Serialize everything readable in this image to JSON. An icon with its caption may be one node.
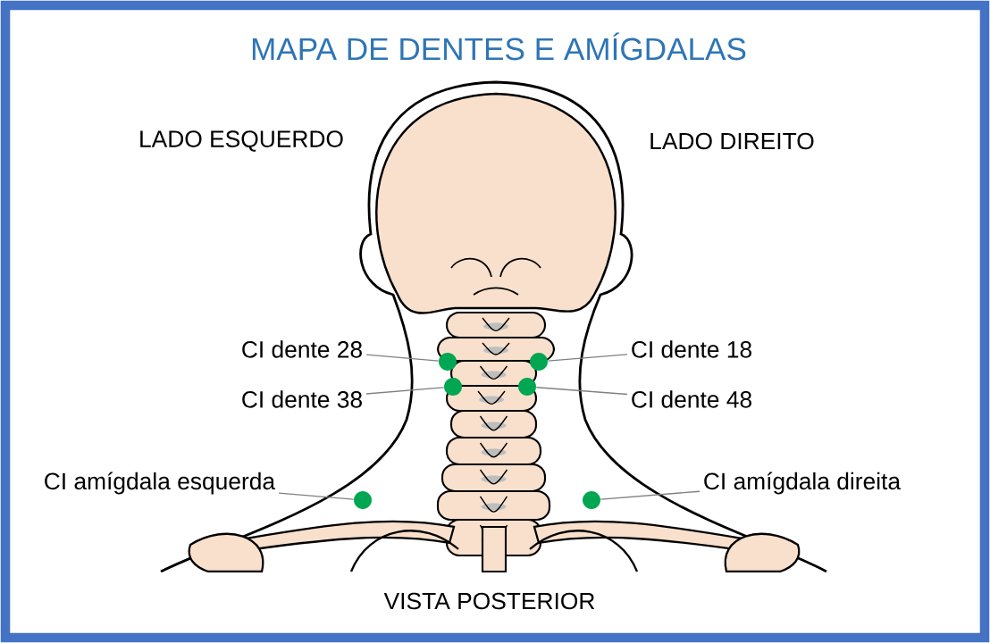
{
  "diagram": {
    "title": "MAPA DE DENTES E AMÍGDALAS",
    "nodes": [
      {
        "text": [
          "CI dente 28"
        ]
      },
      {
        "text": [
          "CI dente 18"
        ]
      },
      {
        "text": [
          "CI dente 38"
        ]
      },
      {
        "text": [
          "CI dente 48"
        ]
      },
      {
        "text": [
          "CI amígdala esquerda"
        ]
      },
      {
        "text": [
          "CI amígdala direita"
        ]
      },
      {
        "text": [],
        "shape": "circle"
      },
      {
        "text": [],
        "shape": "circle"
      },
      {
        "text": [],
        "shape": "circle"
      },
      {
        "text": [],
        "shape": "circle"
      },
      {
        "text": [],
        "shape": "circle"
      },
      {
        "text": [],
        "shape": "circle"
      }
    ],
    "edges": [
      {
        "from": 0,
        "to": 6,
        "arrow": "none"
      },
      {
        "from": 1,
        "to": 7,
        "arrow": "none"
      },
      {
        "from": 2,
        "to": 8,
        "arrow": "none"
      },
      {
        "from": 3,
        "to": 9,
        "arrow": "none"
      },
      {
        "from": 4,
        "to": 10,
        "arrow": "none"
      },
      {
        "from": 5,
        "to": 11,
        "arrow": "none"
      }
    ],
    "labels": [
      "LADO ESQUERDO",
      "LADO DIREITO",
      "VISTA POSTERIOR"
    ]
  }
}
